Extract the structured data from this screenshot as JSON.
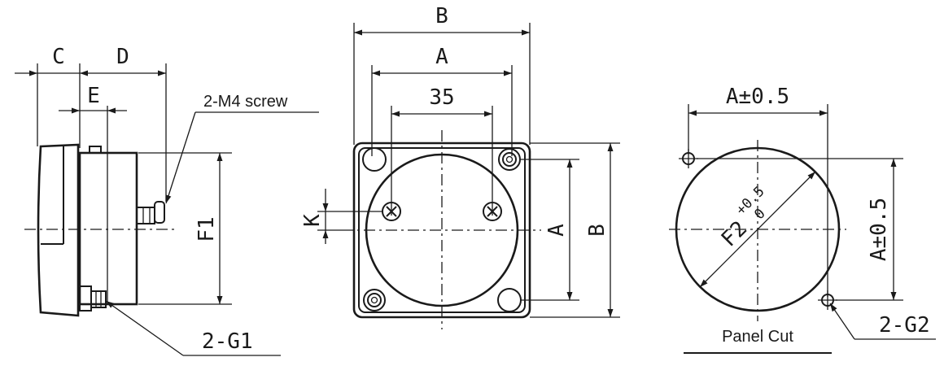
{
  "side_view": {
    "dim_c": "C",
    "dim_d": "D",
    "dim_e": "E",
    "dim_f1": "F1",
    "screw_note": "2-M4 screw",
    "terminal_note": "2-G1"
  },
  "front_view": {
    "dim_b_top": "B",
    "dim_a_top": "A",
    "dim_35": "35",
    "dim_k": "K",
    "dim_a_right": "A",
    "dim_b_right": "B"
  },
  "panel_cut": {
    "dim_a_top": "A±0.5",
    "dim_a_right": "A±0.5",
    "dim_f2": "F2",
    "f2_tol_upper": "+0.5",
    "f2_tol_lower": "0",
    "hole_note": "2-G2",
    "caption": "Panel Cut"
  },
  "colors": {
    "ink": "#1a1a1a",
    "background": "#ffffff"
  }
}
